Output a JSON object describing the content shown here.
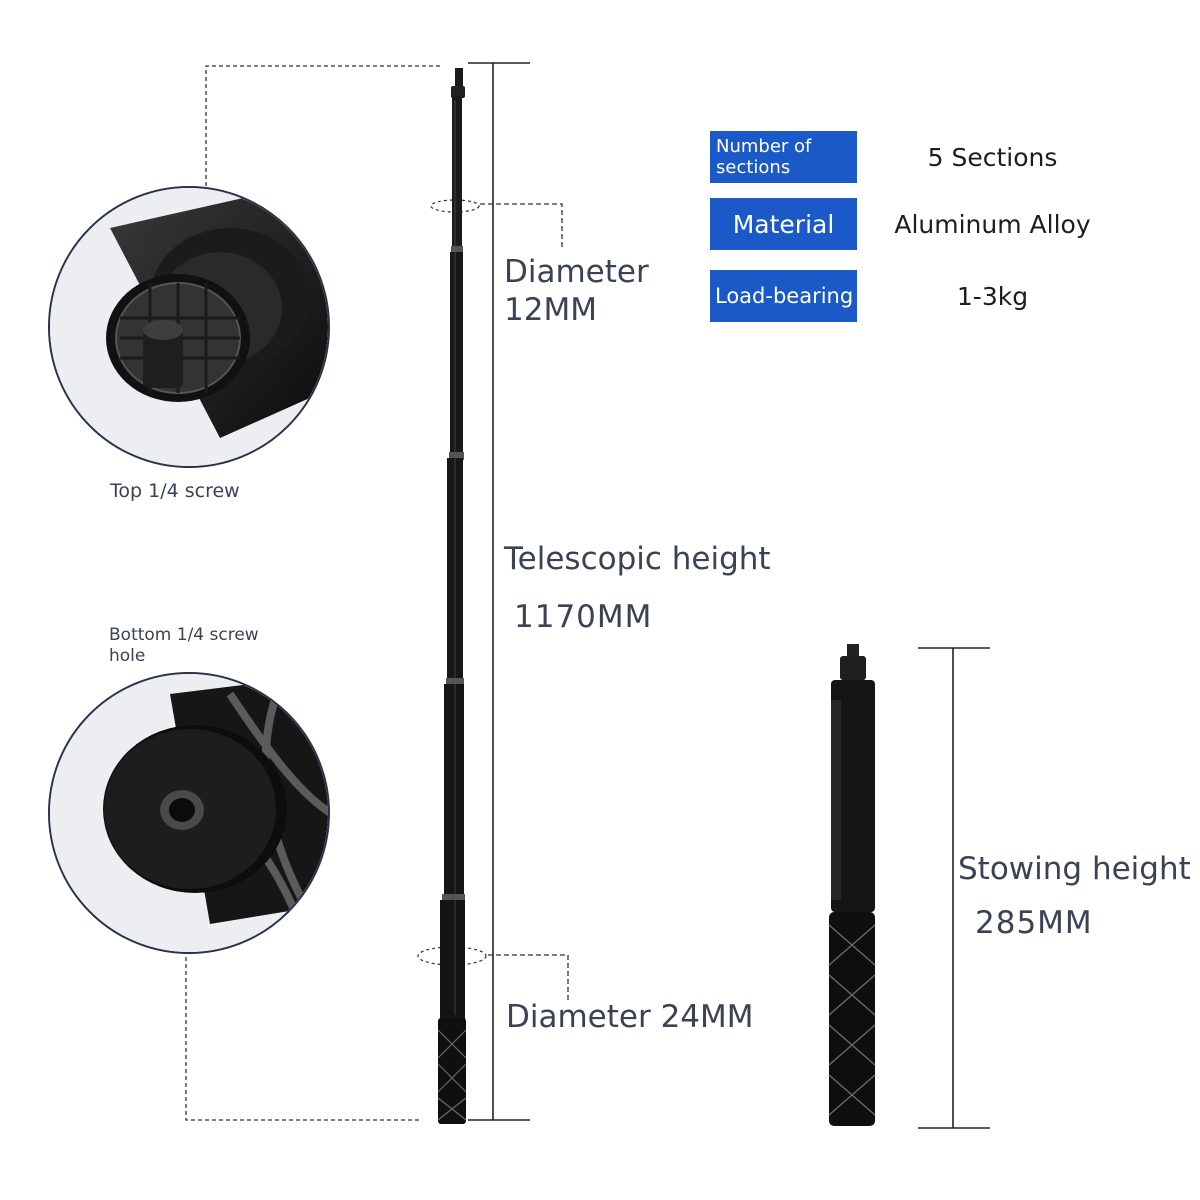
{
  "specs": [
    {
      "key": "Number of sections",
      "value": "5 Sections"
    },
    {
      "key": "Material",
      "value": "Aluminum Alloy"
    },
    {
      "key": "Load-bearing",
      "value": "1-3kg"
    }
  ],
  "labels": {
    "diameter_top": "Diameter",
    "diameter_top_value": "12MM",
    "telescopic": "Telescopic height",
    "telescopic_value": "1170MM",
    "diameter_bottom": "Diameter 24MM",
    "stowing": "Stowing height",
    "stowing_value": "285MM",
    "top_screw": "Top 1/4 screw",
    "bottom_screw_line1": "Bottom 1/4 screw",
    "bottom_screw_line2": "hole"
  },
  "colors": {
    "accent": "#1c59c8",
    "pole": "#141414",
    "line": "#333333"
  }
}
